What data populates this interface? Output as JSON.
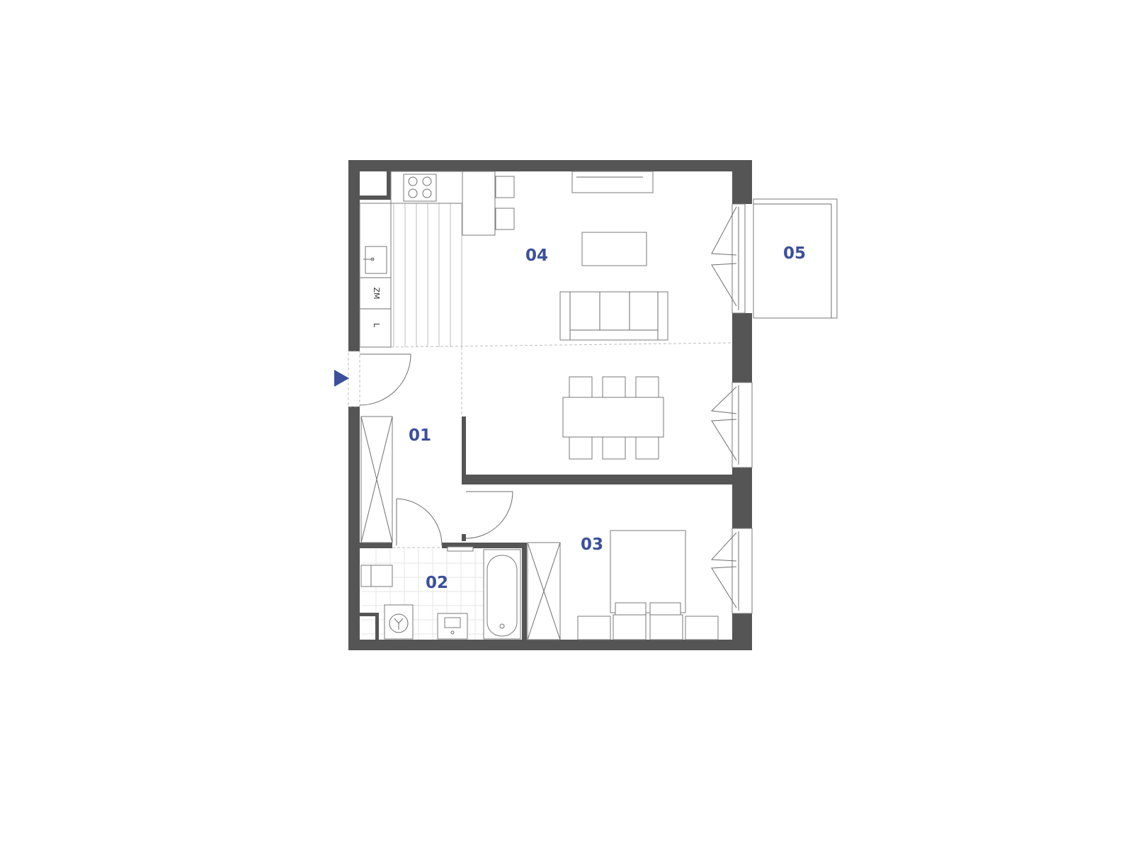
{
  "colors": {
    "wall": "#555555",
    "label": "#3b4f9c",
    "entrance_marker": "#3b4f9c",
    "background": "#ffffff"
  },
  "rooms": [
    {
      "id": "01",
      "label": "01"
    },
    {
      "id": "02",
      "label": "02"
    },
    {
      "id": "03",
      "label": "03"
    },
    {
      "id": "04",
      "label": "04"
    },
    {
      "id": "05",
      "label": "05"
    }
  ],
  "fixtures": {
    "zm_label": "ZM",
    "l_label": "L"
  },
  "entrance": {
    "icon": "entrance-triangle-icon"
  }
}
